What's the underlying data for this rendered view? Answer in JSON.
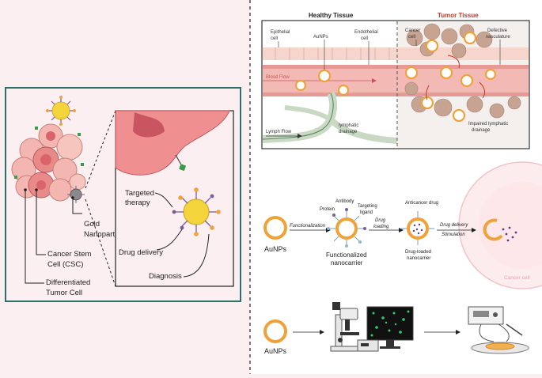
{
  "colors": {
    "background": "#fbeff2",
    "teal_border": "#2f6f6a",
    "cell_pink": "#f4b6b0",
    "cell_red": "#d9656b",
    "gold": "#f3d43a",
    "orange_ring": "#f0a23a",
    "dark_gray": "#333333",
    "tumor_red": "#c0392b"
  },
  "left": {
    "gold_label": "Gold Nanoparticle",
    "csc_label": "Cancer Stem Cell (CSC)",
    "diff_label": "Differentiated Tumor Cell",
    "targeted_label": "Targeted therapy",
    "drug_delivery_label": "Drug delivery",
    "diagnosis_label": "Diagnosis"
  },
  "tissue": {
    "healthy_title": "Healthy Tissue",
    "tumor_title": "Tumor Tissue",
    "epithelial": "Epithelial cell",
    "aunps": "AuNPs",
    "endothelial": "Endothelial cell",
    "cancer_cell": "Cancer cell",
    "defective": "Defective vasculature",
    "blood_flow": "Blood Flow",
    "lymph_flow": "Lymph Flow",
    "lymphatic": "lymphatic drainage",
    "impaired": "Impaired lymphatic drainage"
  },
  "middle": {
    "aunps": "AuNPs",
    "functionalization": "Functionalization",
    "protein": "Protein",
    "antibody": "Antibody",
    "targeting": "Targeting ligand",
    "functionalized": "Functionalized nanocarrier",
    "drug_loading": "Drug loading",
    "anticancer": "Anticancer drug",
    "drug_loaded": "Drug-loaded nanocarrier",
    "drug_delivery": "Drug delivery",
    "stimulation": "Stimulation",
    "cancer_cell": "Cancer cell"
  },
  "bottom": {
    "aunps": "AuNPs"
  }
}
